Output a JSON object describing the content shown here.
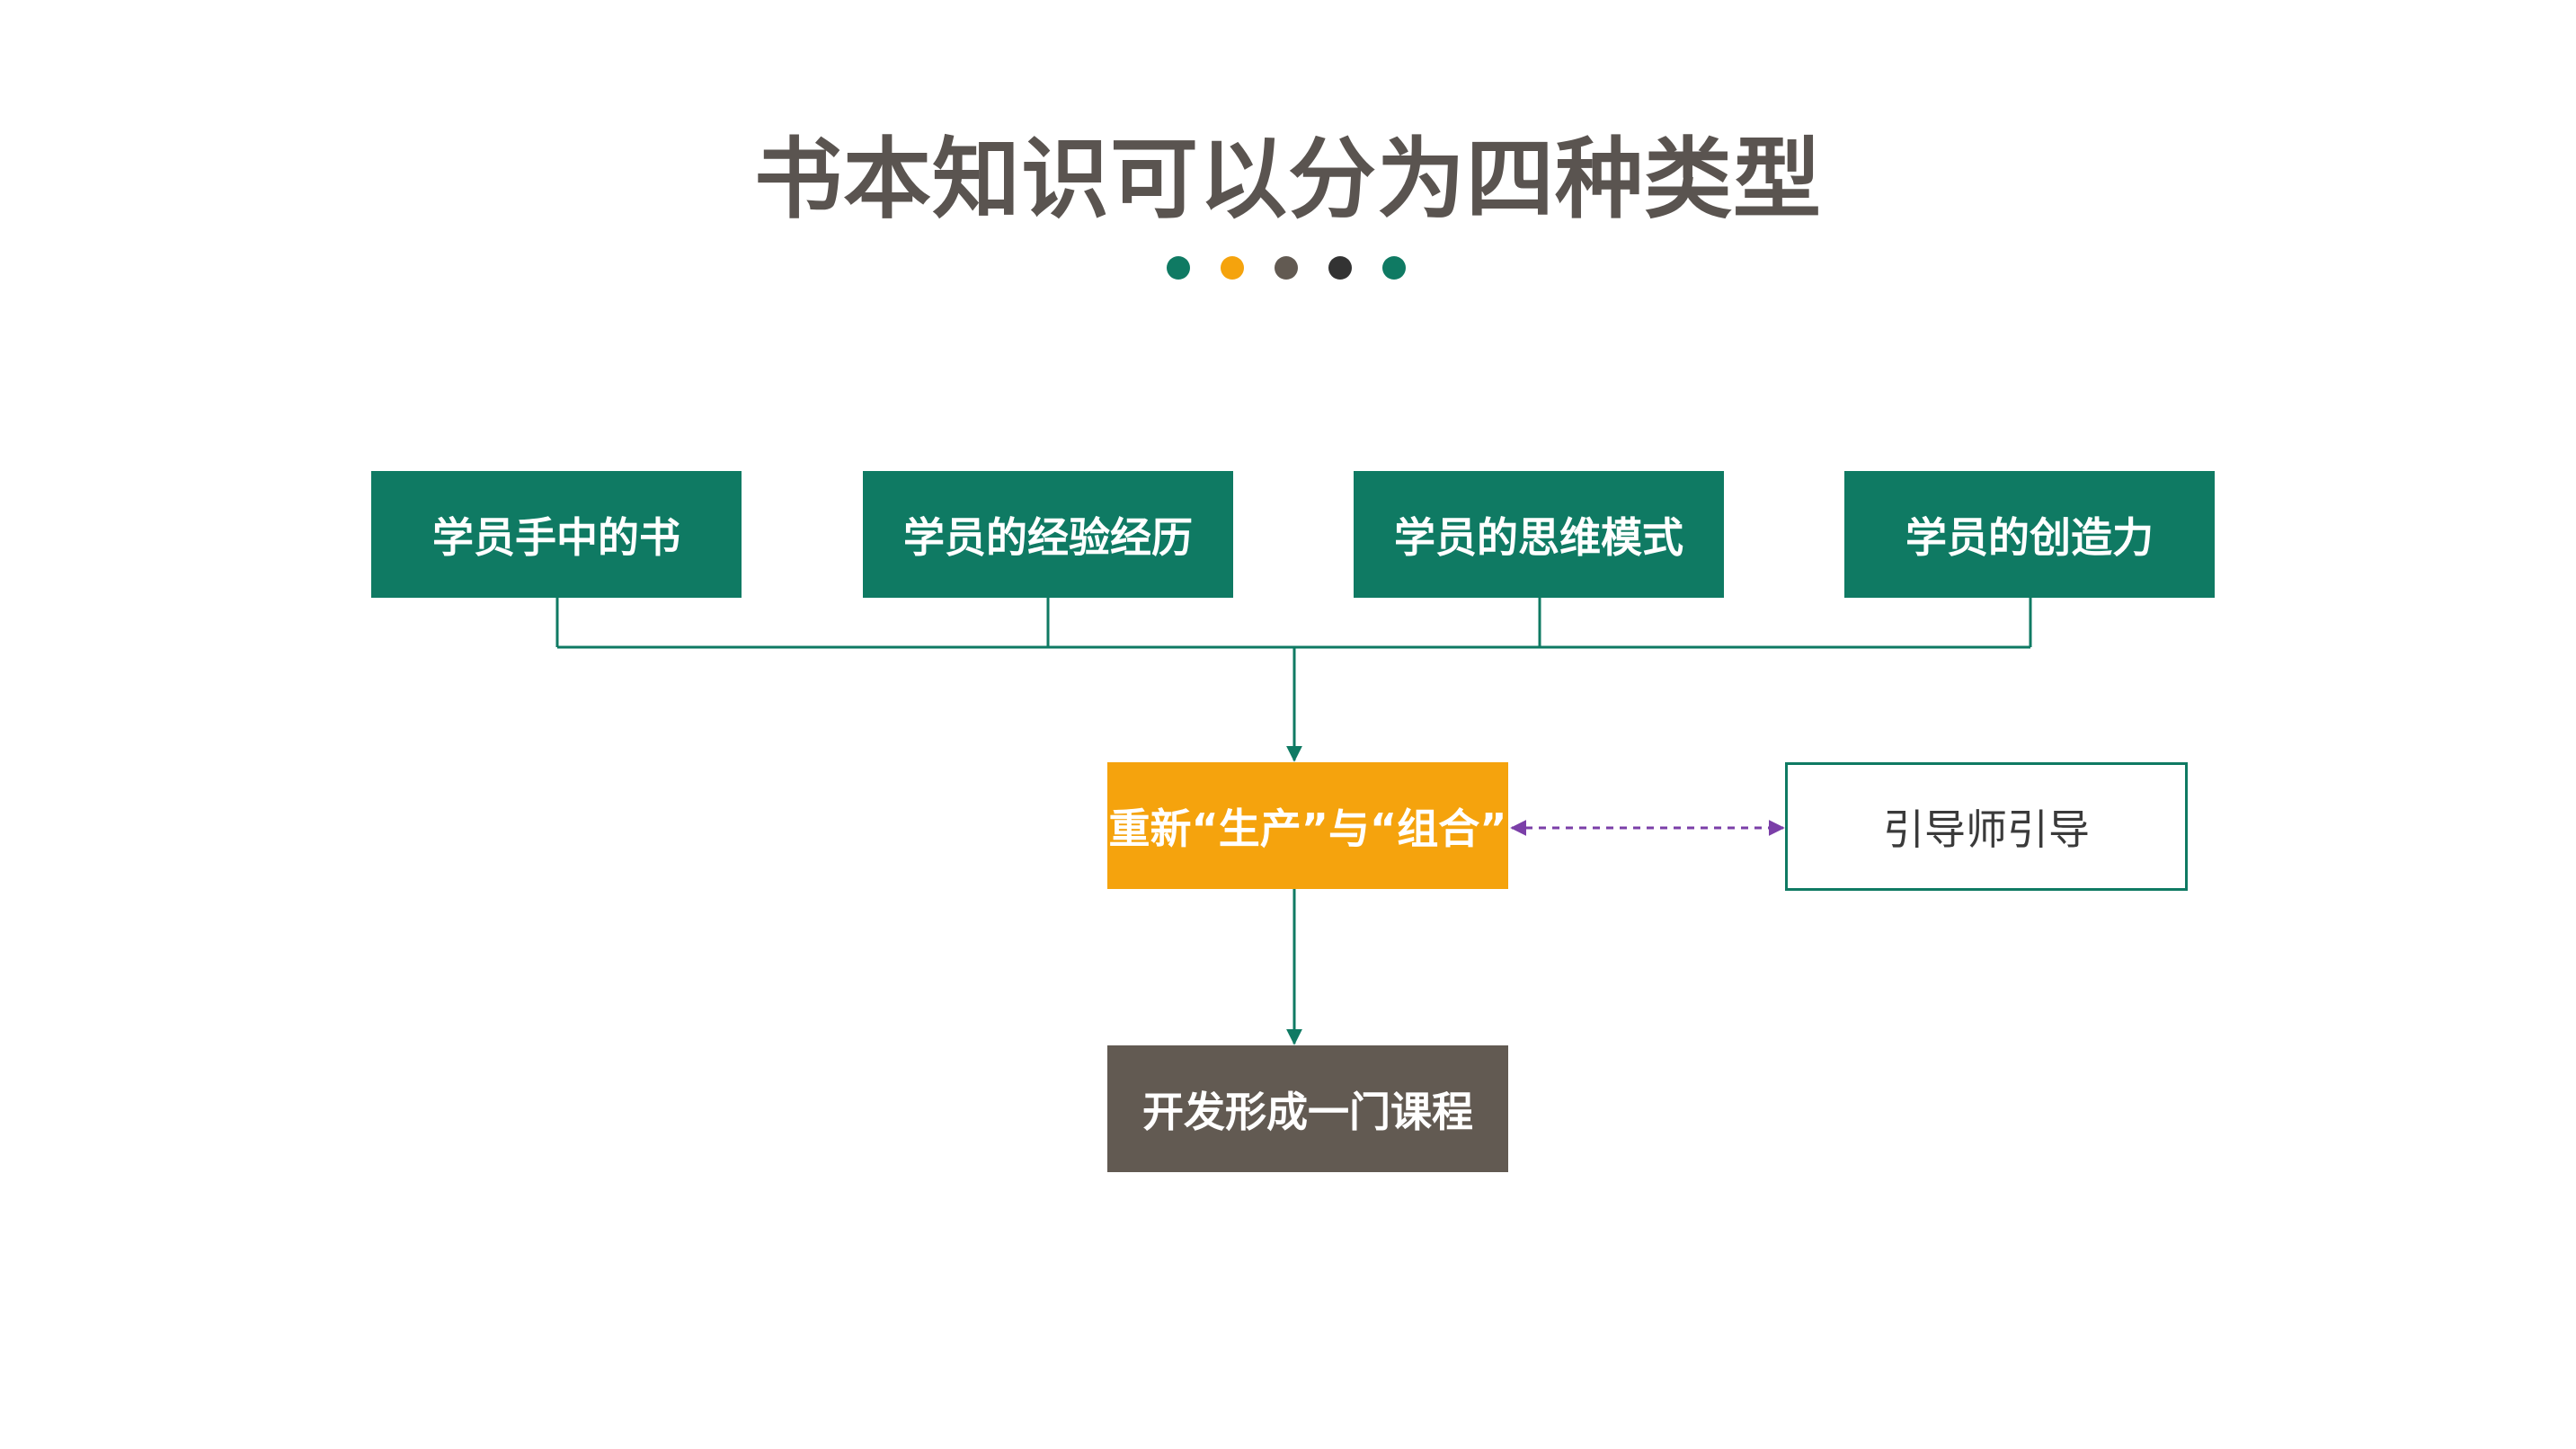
{
  "title": "书本知识可以分为四种类型",
  "dots": [
    "#0f7a63",
    "#f5a30d",
    "#625a52",
    "#333333",
    "#0f7a63"
  ],
  "sources": [
    {
      "label": "学员手中的书"
    },
    {
      "label": "学员的经验经历"
    },
    {
      "label": "学员的思维模式"
    },
    {
      "label": "学员的创造力"
    }
  ],
  "process": {
    "label": "重新“生产”与“组合”"
  },
  "guide": {
    "label": "引导师引导"
  },
  "result": {
    "label": "开发形成一门课程"
  },
  "colors": {
    "primary": "#0f7a63",
    "accent": "#f5a30d",
    "dark": "#625a52",
    "dashed_link": "#7b3fa8"
  }
}
